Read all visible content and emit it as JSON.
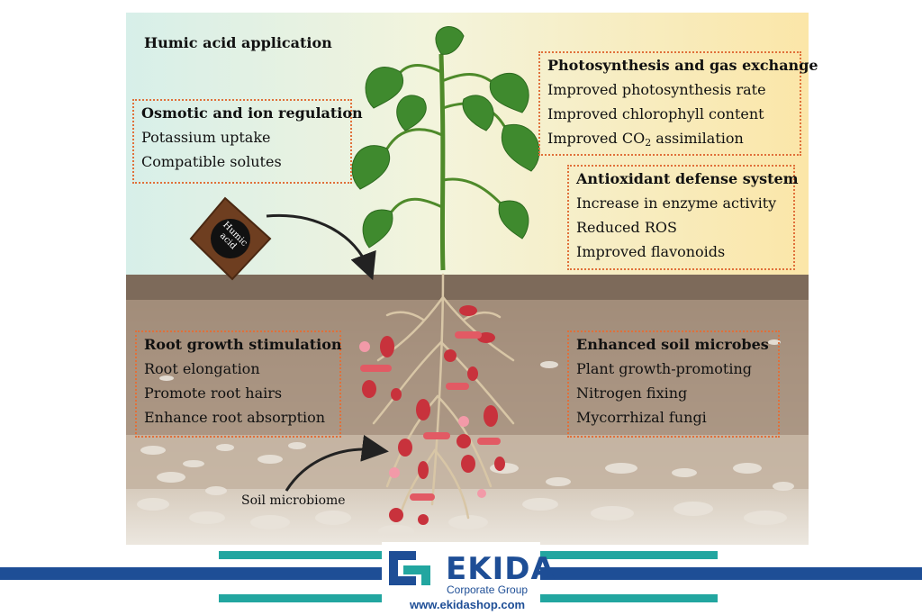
{
  "title": "Humic acid application",
  "bag_label": "Humic acid",
  "soil_microbiome_label": "Soil microbiome",
  "boxes": {
    "osmotic": {
      "title": "Osmotic and ion regulation",
      "items": [
        "Potassium uptake",
        "Compatible solutes"
      ]
    },
    "photosynthesis": {
      "title": "Photosynthesis and gas exchange",
      "items": [
        "Improved photosynthesis rate",
        "Improved chlorophyll content"
      ],
      "co2_prefix": "Improved CO",
      "co2_sub": "2",
      "co2_suffix": " assimilation"
    },
    "antioxidant": {
      "title": "Antioxidant defense system",
      "items": [
        "Increase in enzyme activity",
        "Reduced ROS",
        "Improved flavonoids"
      ]
    },
    "root": {
      "title": "Root growth stimulation",
      "items": [
        "Root elongation",
        "Promote root hairs",
        "Enhance root absorption"
      ]
    },
    "microbes": {
      "title": "Enhanced soil microbes",
      "items": [
        "Plant growth-promoting",
        "Nitrogen fixing",
        "Mycorrhizal fungi"
      ]
    }
  },
  "brand": {
    "name": "EKIDA",
    "subtitle": "Corporate Group",
    "url": "www.ekidashop.com"
  },
  "colors": {
    "box_border": "#e0703a",
    "brand_blue": "#1e4e96",
    "brand_teal": "#22a6a0"
  }
}
